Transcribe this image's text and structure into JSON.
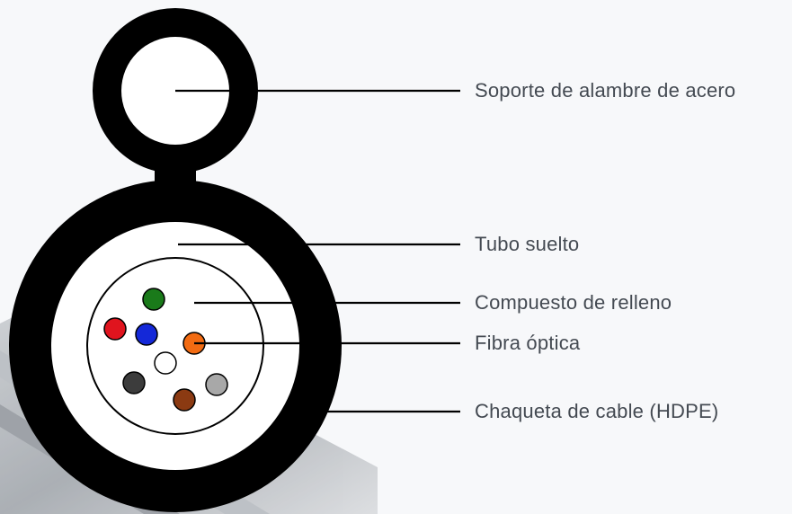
{
  "diagram": {
    "labels": {
      "steel_wire": "Soporte de alambre de acero",
      "loose_tube": "Tubo suelto",
      "filling_compound": "Compuesto de relleno",
      "optical_fiber": "Fibra óptica",
      "cable_jacket": "Chaqueta de cable (HDPE)"
    },
    "colors": {
      "jacket": "#000000",
      "fiber_green": "#1a7a1a",
      "fiber_red": "#e0141e",
      "fiber_blue": "#1428d8",
      "fiber_orange": "#f26b12",
      "fiber_white": "#ffffff",
      "fiber_darkgray": "#3c3c3c",
      "fiber_brown": "#8b3a12",
      "fiber_gray": "#a8a8a8"
    }
  }
}
